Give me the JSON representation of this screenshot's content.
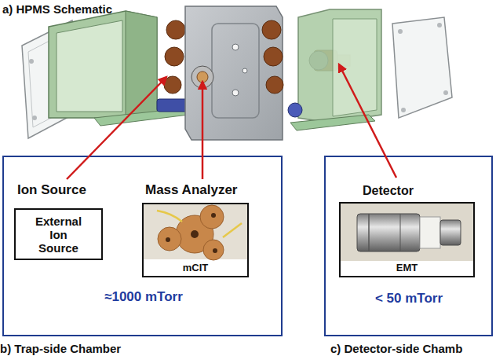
{
  "diagram": {
    "title": "a) HPMS Schematic",
    "nodes": [
      {
        "text": [
          "Ion Source",
          "Mass Analyzer",
          "≈1000 mTorr",
          "b) Trap-side Chamber"
        ]
      },
      {
        "text": [
          "External Ion Source"
        ],
        "in": 0
      },
      {
        "text": [
          "mCIT"
        ],
        "in": 0
      },
      {
        "text": [
          "Detector",
          "< 50 mTorr",
          "c) Detector-side Chamb"
        ]
      },
      {
        "text": [
          "EMT"
        ],
        "in": 3
      }
    ]
  }
}
